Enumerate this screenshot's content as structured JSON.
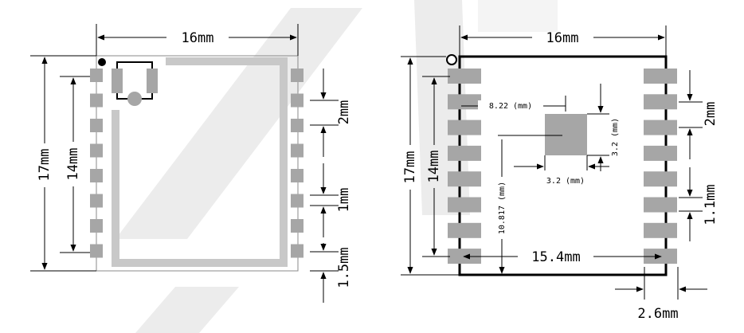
{
  "left_drawing": {
    "width_label": "16mm",
    "height_outer_label": "17mm",
    "height_inner_label": "14mm",
    "pitch_label": "2mm",
    "pad_width_label": "1mm",
    "pad_offset_label": "1.5mm"
  },
  "right_drawing": {
    "width_label": "16mm",
    "height_outer_label": "17mm",
    "height_inner_label": "14mm",
    "pitch_label": "2mm",
    "pad_width_label": "1.1mm",
    "span_label": "15.4mm",
    "pad_length_label": "2.6mm",
    "center_pad_x_label": "8.22 (mm)",
    "center_pad_y_label": "10.817 (mm)",
    "center_pad_w_label": "3.2 (mm)",
    "center_pad_h_label": "3.2 (mm)"
  },
  "colors": {
    "line": "#000000",
    "pad": "#a6a6a6",
    "trace": "#c8c8c8",
    "watermark": "#ececec"
  }
}
